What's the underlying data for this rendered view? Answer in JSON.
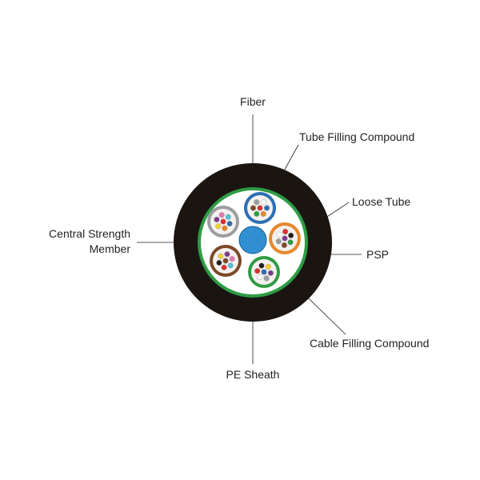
{
  "labels": {
    "fiber": "Fiber",
    "tube_filling_compound": "Tube Filling Compound",
    "loose_tube": "Loose Tube",
    "central_strength_member_line1": "Central Strength",
    "central_strength_member_line2": "Member",
    "psp": "PSP",
    "cable_filling_compound": "Cable Filling Compound",
    "pe_sheath": "PE Sheath"
  },
  "colors": {
    "pe_sheath": "#1b1512",
    "psp_band": "#2e9c45",
    "cable_filling": "#ffffff",
    "central_member": "#2f8fd0",
    "tube_blue": "#2d6fb2",
    "tube_orange": "#e6862b",
    "tube_green": "#2e9c45",
    "tube_brown": "#7b4a2a",
    "tube_gray": "#9b9ea0",
    "fiber_colors": [
      "#2d6fb2",
      "#e6862b",
      "#2e9c45",
      "#7b4a2a",
      "#9b9ea0",
      "#ffffff",
      "#d8312f",
      "#231f20",
      "#f2d230",
      "#7e3b8e",
      "#e47ab0",
      "#4cc3d9"
    ]
  },
  "loose_tubes": [
    {
      "name": "tube-top",
      "color": "tube_blue"
    },
    {
      "name": "tube-right",
      "color": "tube_orange"
    },
    {
      "name": "tube-bottom",
      "color": "tube_green"
    },
    {
      "name": "tube-left-lower",
      "color": "tube_brown"
    },
    {
      "name": "tube-left-upper",
      "color": "tube_gray"
    }
  ]
}
